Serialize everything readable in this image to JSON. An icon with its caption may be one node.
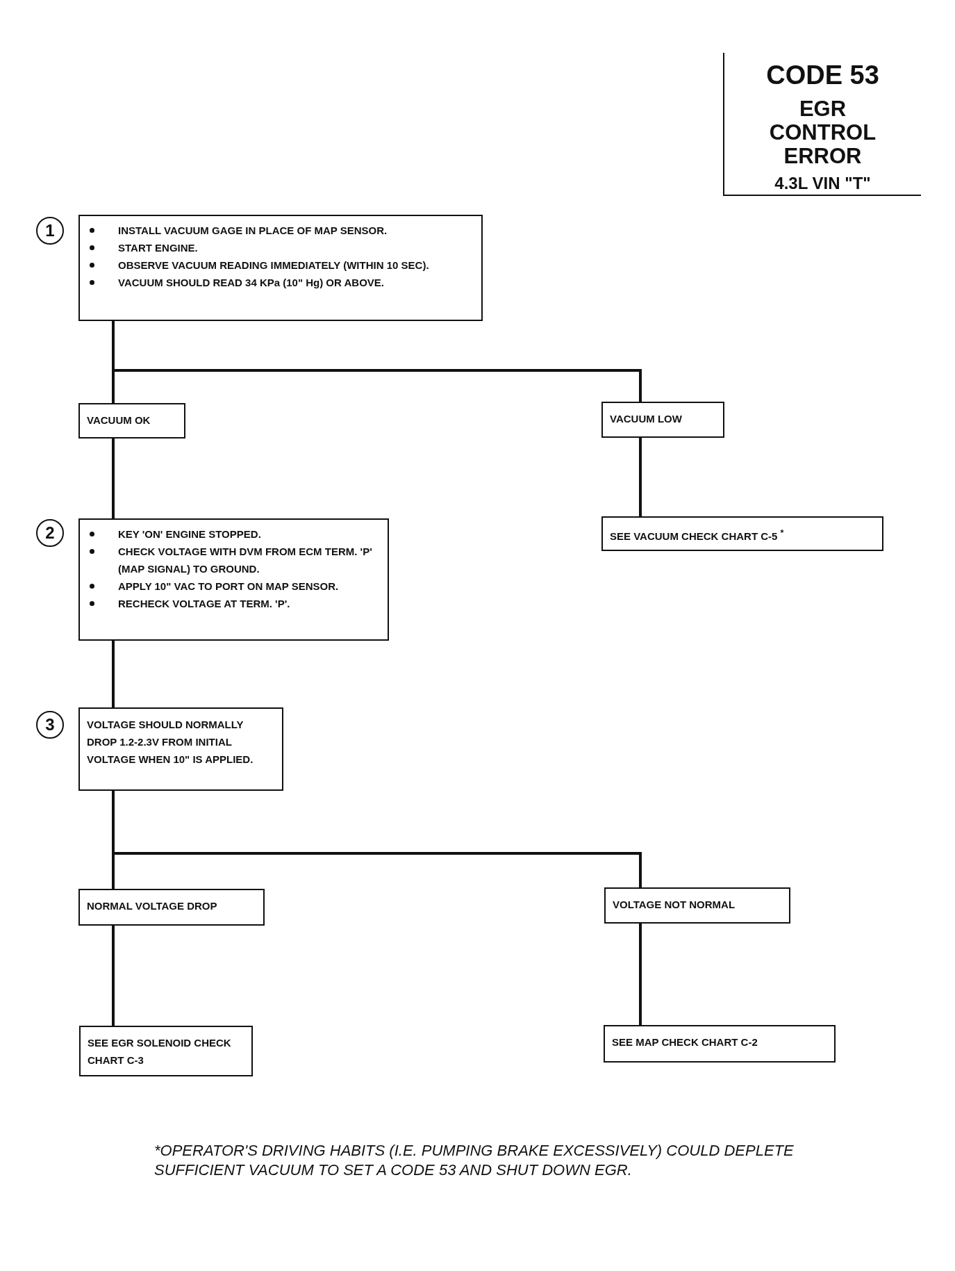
{
  "diagram": {
    "nodes": [
      {
        "text": [
          "CODE 53",
          "EGR CONTROL ERROR",
          "4.3L VIN \"T\""
        ]
      },
      {
        "text": [
          "INSTALL VACUUM GAGE IN PLACE OF MAP SENSOR.",
          "START ENGINE.",
          "OBSERVE VACUUM READING IMMEDIATELY (WITHIN 10 SEC).",
          "VACUUM SHOULD READ 34 KPa (10\" Hg) OR ABOVE."
        ]
      },
      {
        "text": [
          "VACUUM OK"
        ]
      },
      {
        "text": [
          "VACUUM LOW"
        ]
      },
      {
        "text": [
          "SEE  VACUUM CHECK CHART C-5 $^{*}$"
        ]
      },
      {
        "text": [
          "KEY 'ON' ENGINE STOPPED.",
          "CHECK VOLTAGE WITH DVM FROM ECM TERM. 'P' (MAP SIGNAL) TO GROUND.",
          "APPLY 10\" VAC TO PORT ON MAP SENSOR.",
          "RECHECK VOLTAGE AT TERM. 'P'."
        ]
      },
      {
        "text": [
          "VOLTAGE SHOULD NORMALLY DROP 1.2-2.3V FROM INITIAL VOLTAGE WHEN 10\" IS APPLIED."
        ]
      },
      {
        "text": [
          "NORMAL VOLTAGE DROP"
        ]
      },
      {
        "text": [
          "VOLTAGE NOT NORMAL"
        ]
      },
      {
        "text": [
          "SEE EGR SOLENOID CHECK CHART C-3"
        ]
      },
      {
        "text": [
          "SEE MAP CHECK CHART C-2"
        ]
      }
    ],
    "edges": [
      {
        "from": 1,
        "to": 2,
        "arrow": "none"
      },
      {
        "from": 1,
        "to": 3,
        "arrow": "none"
      },
      {
        "from": 3,
        "to": 4,
        "arrow": "none"
      },
      {
        "from": 2,
        "to": 5,
        "arrow": "none"
      },
      {
        "from": 5,
        "to": 6,
        "arrow": "none"
      },
      {
        "from": 6,
        "to": 7,
        "arrow": "none"
      },
      {
        "from": 6,
        "to": 8,
        "arrow": "none"
      },
      {
        "from": 7,
        "to": 9,
        "arrow": "none"
      },
      {
        "from": 8,
        "to": 10,
        "arrow": "none"
      }
    ],
    "labels": [
      "1",
      "2",
      "3",
      "*OPERATOR'S DRIVING HABITS (I.E. PUMPING BRAKE EXCESSIVELY) COULD DEPLETE SUFFICIENT VACUUM TO SET A CODE 53 AND SHUT DOWN EGR."
    ]
  }
}
